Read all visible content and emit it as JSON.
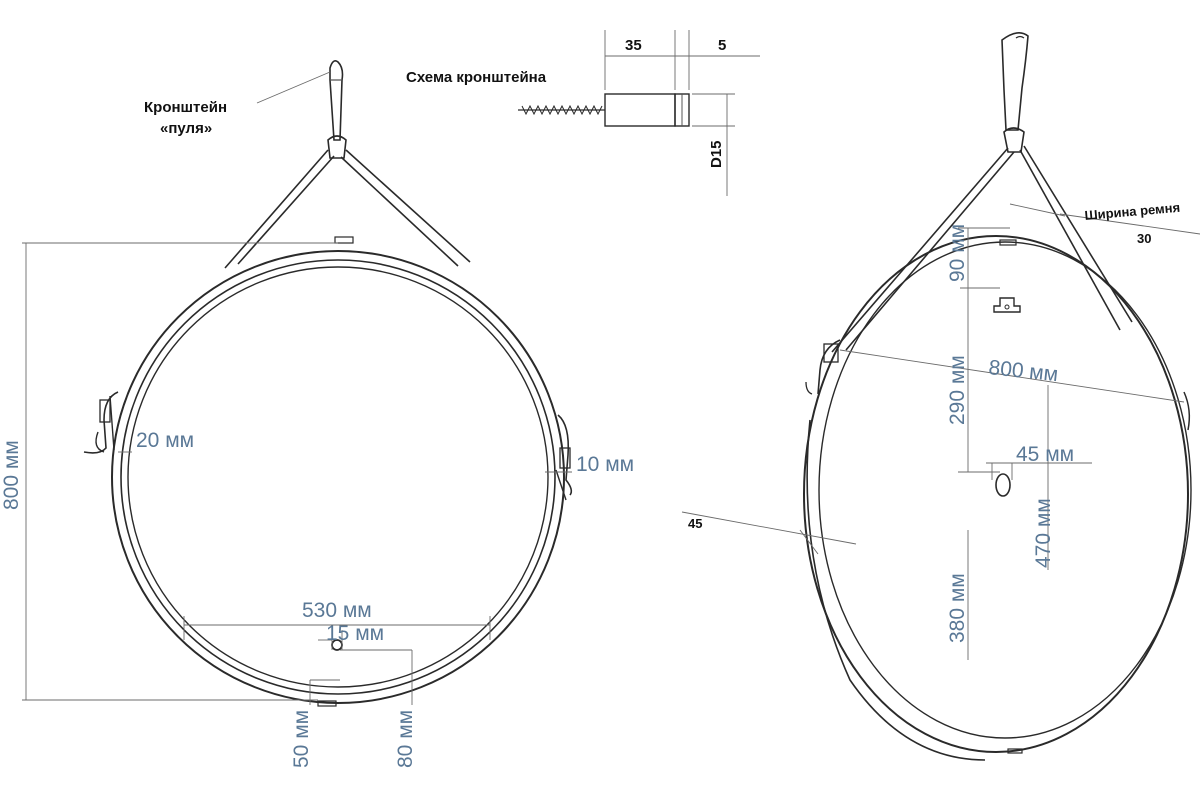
{
  "labels": {
    "bracket_name_line1": "Кронштейн",
    "bracket_name_line2": "«пуля»",
    "bracket_scheme": "Схема кронштейна",
    "belt_width": "Ширина ремня",
    "belt_width_value": "30",
    "angle_45": "45"
  },
  "bracket_dims": {
    "d35": "35",
    "d5": "5",
    "d15": "D15"
  },
  "front_dims": {
    "height_800": "800 мм",
    "belt_20": "20 мм",
    "frame_10": "10 мм",
    "inner_530": "530 мм",
    "hole_15": "15 мм",
    "bottom_50": "50 мм",
    "bottom_80": "80 мм"
  },
  "side_dims": {
    "diag_800": "800 мм",
    "top_90": "90 мм",
    "mid_290": "290 мм",
    "hole_45": "45 мм",
    "right_470": "470 мм",
    "low_380": "380 мм"
  },
  "colors": {
    "dimension_text": "#5a7896",
    "ink": "#2a2a2a"
  }
}
